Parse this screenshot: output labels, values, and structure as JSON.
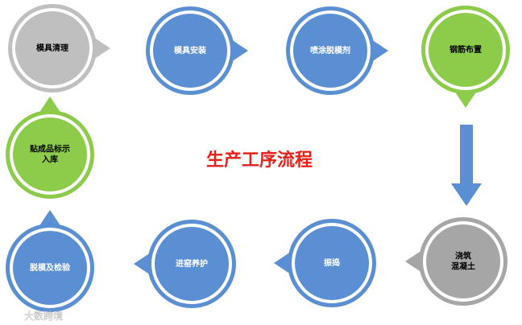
{
  "title": "生产工序流程",
  "colors": {
    "gray": "#bfbfbf",
    "dark_gray": "#a6a6a6",
    "blue": "#5b8fd3",
    "green": "#8ccc4a",
    "title": "#e8201a"
  },
  "steps": [
    {
      "label": [
        "模具清理"
      ],
      "color": "gray",
      "text_color": "#000"
    },
    {
      "label": [
        "模具安装"
      ],
      "color": "blue",
      "text_color": "#fff"
    },
    {
      "label": [
        "喷涂脱模剂"
      ],
      "color": "blue",
      "text_color": "#fff"
    },
    {
      "label": [
        "钢筋布置"
      ],
      "color": "green",
      "text_color": "#000"
    },
    {
      "label": [
        "浇筑",
        "混凝土"
      ],
      "color": "dark_gray",
      "text_color": "#000"
    },
    {
      "label": [
        "振捣"
      ],
      "color": "blue",
      "text_color": "#fff"
    },
    {
      "label": [
        "进窑养护"
      ],
      "color": "blue",
      "text_color": "#fff"
    },
    {
      "label": [
        "脱模及检验"
      ],
      "color": "blue",
      "text_color": "#fff"
    },
    {
      "label": [
        "贴成品标示",
        "入库"
      ],
      "color": "green",
      "text_color": "#000"
    }
  ],
  "watermark": "大数跨境"
}
